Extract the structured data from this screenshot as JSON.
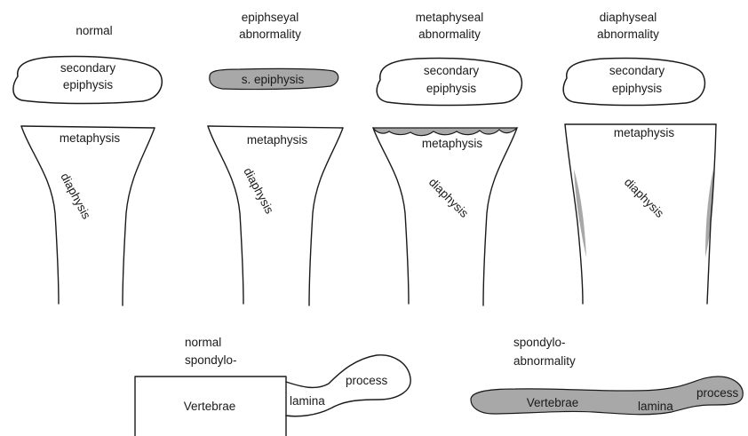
{
  "panels": [
    {
      "heading": [
        "normal"
      ],
      "epiphysis": [
        "secondary",
        "epiphysis"
      ],
      "metaphysis": "metaphysis",
      "diaphysis": "diaphysis"
    },
    {
      "heading": [
        "epiphseyal",
        "abnormality"
      ],
      "epiphysis": [
        "s. epiphysis"
      ],
      "metaphysis": "metaphysis",
      "diaphysis": "diaphysis"
    },
    {
      "heading": [
        "metaphyseal",
        "abnormality"
      ],
      "epiphysis": [
        "secondary",
        "epiphysis"
      ],
      "metaphysis": "metaphysis",
      "diaphysis": "diaphysis"
    },
    {
      "heading": [
        "diaphyseal",
        "abnormality"
      ],
      "epiphysis": [
        "secondary",
        "epiphysis"
      ],
      "metaphysis": "metaphysis",
      "diaphysis": "diaphysis"
    }
  ],
  "spine": {
    "normal": {
      "heading": [
        "normal",
        "spondylo-"
      ],
      "vertebrae": "Vertebrae",
      "lamina": "lamina",
      "process": "process"
    },
    "abnormal": {
      "heading": [
        "spondylo-",
        "abnormality"
      ],
      "vertebrae": "Vertebrae",
      "lamina": "lamina",
      "process": "process"
    }
  },
  "colors": {
    "abnormal_fill": "#a8a8a8",
    "line": "#1a1a1a"
  }
}
